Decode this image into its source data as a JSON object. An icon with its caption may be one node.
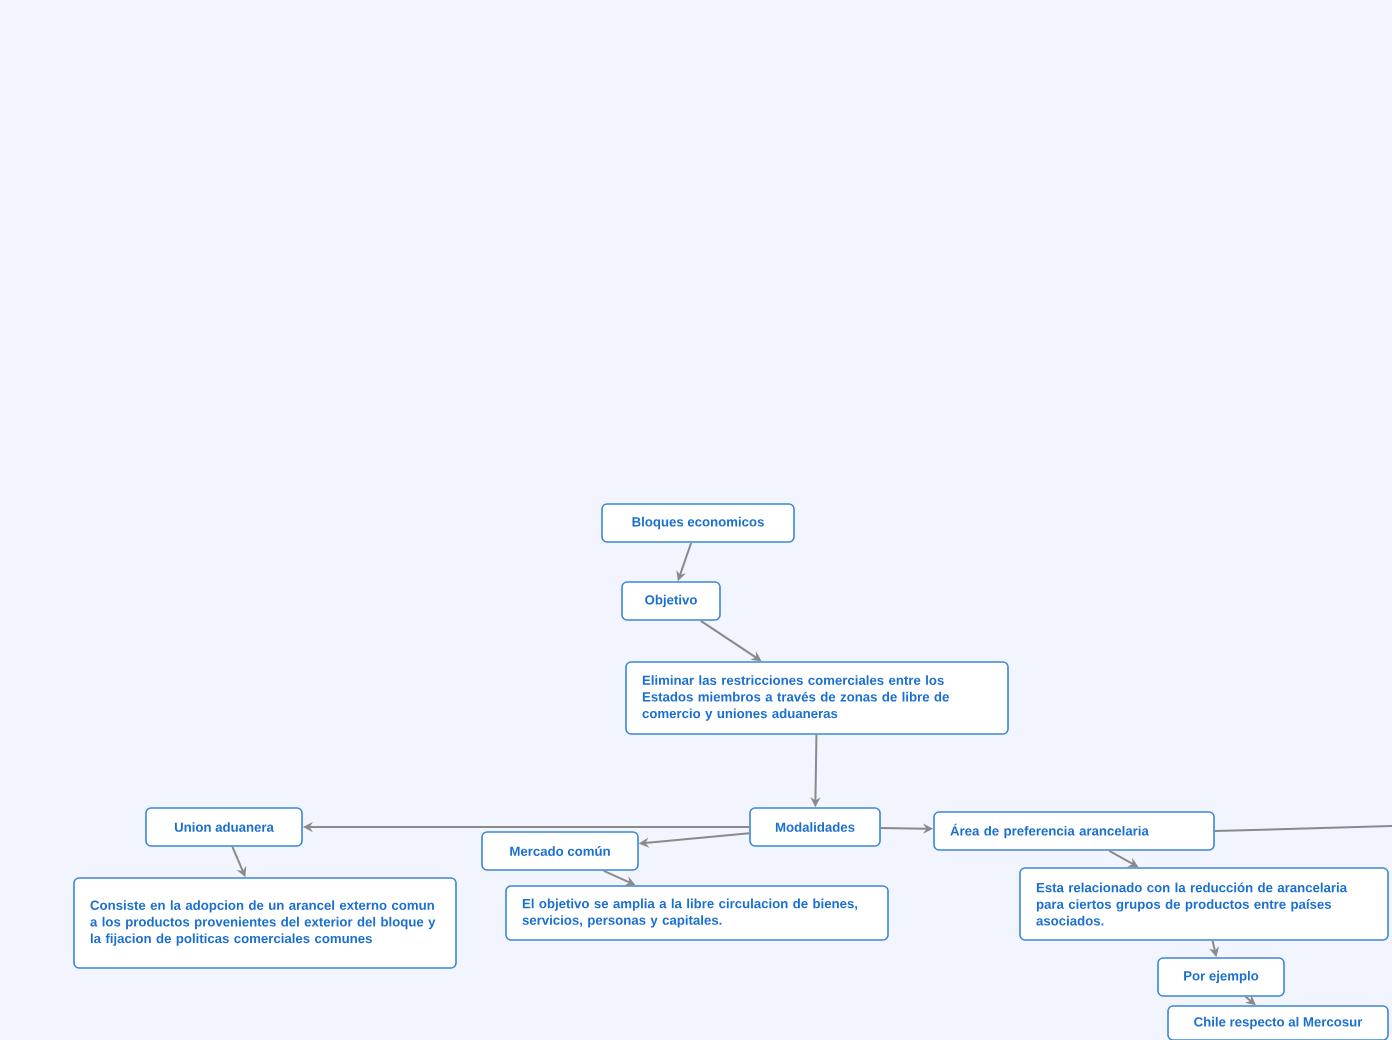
{
  "diagram": {
    "nodes": [
      {
        "text": [
          "Bloques economicos"
        ]
      },
      {
        "text": [
          "Objetivo"
        ]
      },
      {
        "text": [
          "Eliminar las restricciones comerciales entre los Estados miembros a través de zonas de libre de comercio y uniones aduaneras"
        ]
      },
      {
        "text": [
          "Modalidades"
        ]
      },
      {
        "text": [
          "Union aduanera"
        ]
      },
      {
        "text": [
          "Consiste en la adopcion de un arancel externo comun a los productos provenientes del exterior del bloque y la fijacion de politicas comerciales comunes"
        ]
      },
      {
        "text": [
          "Mercado común"
        ]
      },
      {
        "text": [
          "El objetivo se amplia a la libre circulacion de bienes, servicios, personas y capitales."
        ]
      },
      {
        "text": [
          "Área de preferencia arancelaria"
        ]
      },
      {
        "text": [
          "Esta relacionado con la reducción de arancelaria para ciertos grupos de productos entre países asociados."
        ]
      },
      {
        "text": [
          "Por ejemplo"
        ]
      },
      {
        "text": [
          "Chile respecto al Mercosur"
        ]
      }
    ],
    "edges": [
      {
        "from": 0,
        "to": 1,
        "arrow": "to"
      },
      {
        "from": 1,
        "to": 2,
        "arrow": "to"
      },
      {
        "from": 2,
        "to": 3,
        "arrow": "to"
      },
      {
        "from": 3,
        "to": 4,
        "arrow": "to"
      },
      {
        "from": 3,
        "to": 6,
        "arrow": "to"
      },
      {
        "from": 3,
        "to": 8,
        "arrow": "to"
      },
      {
        "from": 4,
        "to": 5,
        "arrow": "to"
      },
      {
        "from": 6,
        "to": 7,
        "arrow": "to"
      },
      {
        "from": 8,
        "to": 9,
        "arrow": "to"
      },
      {
        "from": 9,
        "to": 10,
        "arrow": "to"
      },
      {
        "from": 10,
        "to": 11,
        "arrow": "to"
      },
      {
        "from": 8,
        "to": null,
        "arrow": "none"
      }
    ]
  }
}
